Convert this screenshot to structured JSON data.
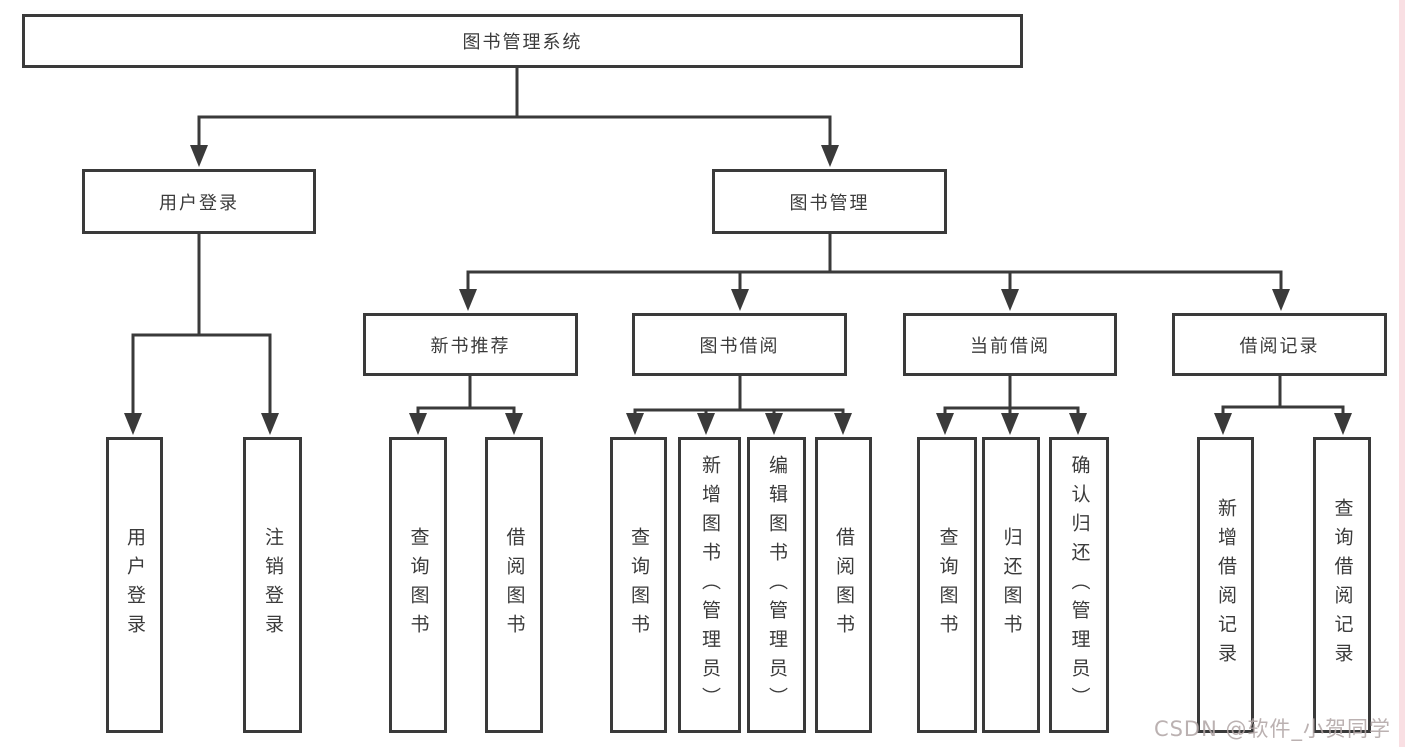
{
  "colors": {
    "background": "#ffffff",
    "line": "#3a3a3a",
    "text": "#3b3b3b",
    "watermark": "#b2a6a6",
    "right_edge_strip": "#f9dfe3"
  },
  "tree": {
    "root": {
      "label": "图书管理系统"
    },
    "branches": [
      {
        "label": "用户登录",
        "children": [
          {
            "label": "用户登录"
          },
          {
            "label": "注销登录"
          }
        ]
      },
      {
        "label": "图书管理",
        "groups": [
          {
            "label": "新书推荐",
            "children": [
              {
                "label": "查询图书"
              },
              {
                "label": "借阅图书"
              }
            ]
          },
          {
            "label": "图书借阅",
            "children": [
              {
                "label": "查询图书"
              },
              {
                "label": "新增图书（管理员）"
              },
              {
                "label": "编辑图书（管理员）"
              },
              {
                "label": "借阅图书"
              }
            ]
          },
          {
            "label": "当前借阅",
            "children": [
              {
                "label": "查询图书"
              },
              {
                "label": "归还图书"
              },
              {
                "label": "确认归还（管理员）"
              }
            ]
          },
          {
            "label": "借阅记录",
            "children": [
              {
                "label": "新增借阅记录"
              },
              {
                "label": "查询借阅记录"
              }
            ]
          }
        ]
      }
    ]
  },
  "watermark": {
    "text": "CSDN @软件_小贺同学"
  }
}
